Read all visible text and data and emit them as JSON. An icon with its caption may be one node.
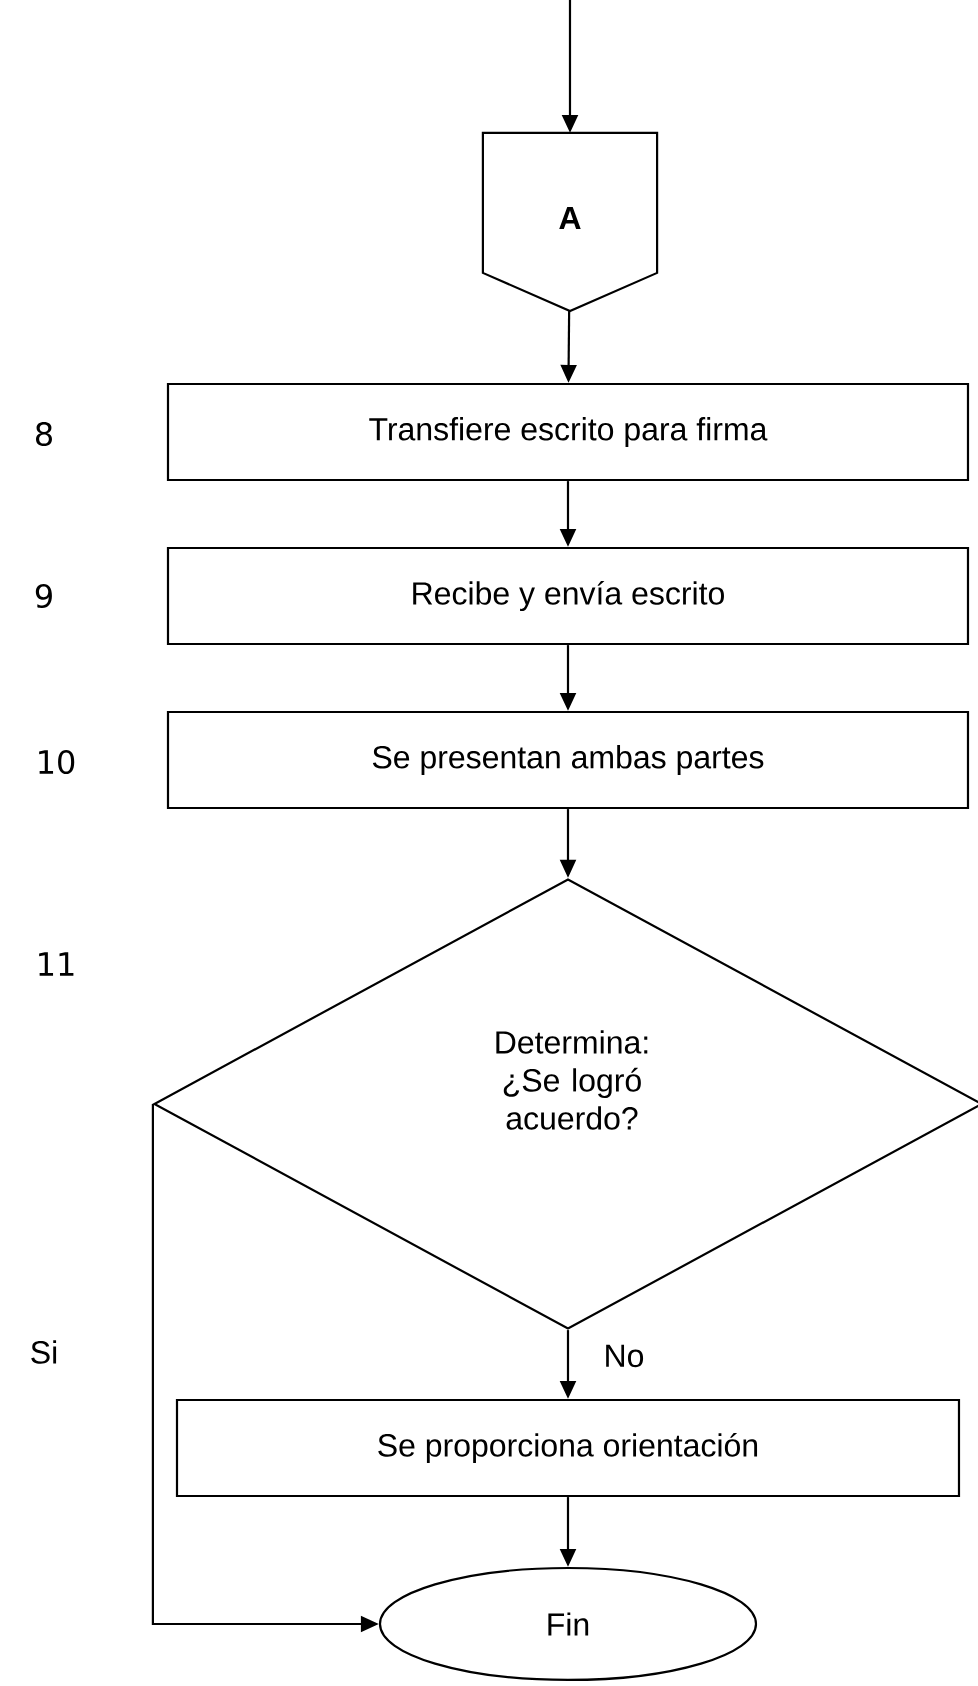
{
  "diagram": {
    "nodes": [
      {
        "text": [
          "A"
        ]
      },
      {
        "text": [
          "Transfiere escrito para firma"
        ],
        "beside": [
          "8"
        ]
      },
      {
        "text": [
          "Recibe y envía escrito"
        ],
        "beside": [
          "9"
        ]
      },
      {
        "text": [
          "Se presentan ambas partes"
        ],
        "beside": [
          "10"
        ]
      },
      {
        "text": [
          "Determina: ¿Se logró acuerdo?"
        ],
        "beside": [
          "11"
        ]
      },
      {
        "text": [
          "Se proporciona orientación"
        ]
      },
      {
        "text": [
          "Fin"
        ]
      }
    ],
    "edges": [
      {
        "from": null,
        "to": 0,
        "arrow": "to"
      },
      {
        "from": 0,
        "to": 1,
        "arrow": "to"
      },
      {
        "from": 1,
        "to": 2,
        "arrow": "to"
      },
      {
        "from": 2,
        "to": 3,
        "arrow": "to"
      },
      {
        "from": 3,
        "to": 4,
        "arrow": "to"
      },
      {
        "from": 4,
        "to": 5,
        "arrow": "to",
        "label": "No"
      },
      {
        "from": 5,
        "to": 6,
        "arrow": "to"
      },
      {
        "from": 4,
        "to": 6,
        "arrow": "to",
        "label": "Si"
      }
    ]
  }
}
